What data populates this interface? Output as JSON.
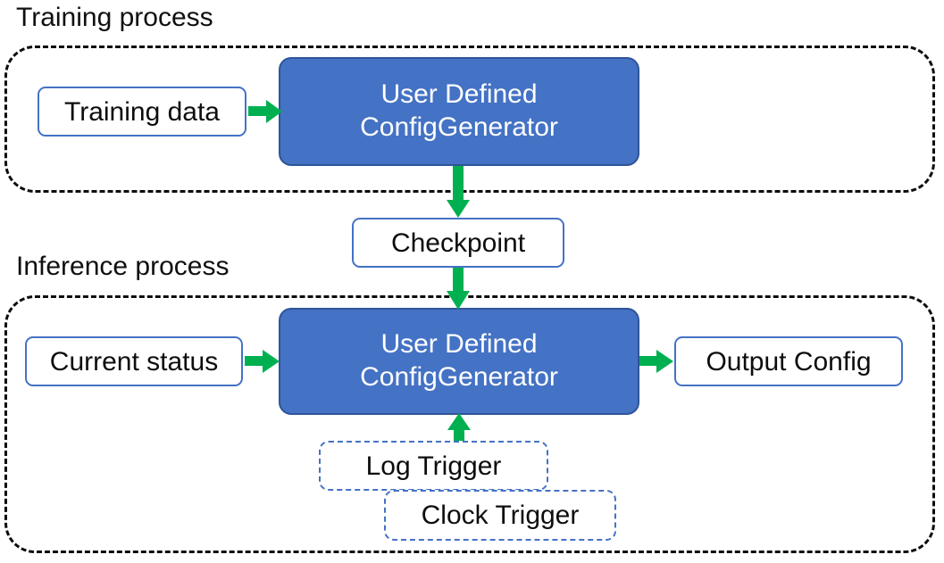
{
  "diagram": {
    "title_training": "Training process",
    "title_inference": "Inference process",
    "colors": {
      "process_fill": "#4472C4",
      "process_border": "#2F5597",
      "box_border": "#4472C4",
      "arrow": "#00B050",
      "container_border": "#0D0D0D",
      "text_dark": "#0D0D0D",
      "text_light": "#FFFFFF"
    },
    "nodes": {
      "training_data": "Training data",
      "train_generator_line1": "User Defined",
      "train_generator_line2": "ConfigGenerator",
      "checkpoint": "Checkpoint",
      "current_status": "Current status",
      "infer_generator_line1": "User Defined",
      "infer_generator_line2": "ConfigGenerator",
      "output_config": "Output Config",
      "log_trigger": "Log Trigger",
      "clock_trigger": "Clock Trigger"
    },
    "edges": [
      {
        "from": "training_data",
        "to": "train_generator",
        "direction": "right"
      },
      {
        "from": "train_generator",
        "to": "checkpoint",
        "direction": "down"
      },
      {
        "from": "checkpoint",
        "to": "infer_generator",
        "direction": "down"
      },
      {
        "from": "current_status",
        "to": "infer_generator",
        "direction": "right"
      },
      {
        "from": "infer_generator",
        "to": "output_config",
        "direction": "right"
      },
      {
        "from": "triggers",
        "to": "infer_generator",
        "direction": "up"
      }
    ]
  }
}
